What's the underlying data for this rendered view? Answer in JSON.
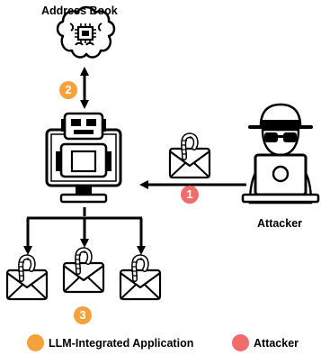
{
  "labels": {
    "address_book": "Address Book",
    "attacker": "Attacker"
  },
  "steps": [
    {
      "number": "1",
      "color": "#f36b6b"
    },
    {
      "number": "2",
      "color": "#f5a23c"
    },
    {
      "number": "3",
      "color": "#f5a23c"
    }
  ],
  "legend": [
    {
      "label": "LLM-Integrated Application",
      "color": "#f5a23c"
    },
    {
      "label": "Attacker",
      "color": "#f36b6b"
    }
  ],
  "icons": {
    "brain": "brain-chip-icon",
    "robot": "robot-monitor-icon",
    "attacker": "hacker-laptop-icon",
    "email": "envelope-worm-icon"
  }
}
